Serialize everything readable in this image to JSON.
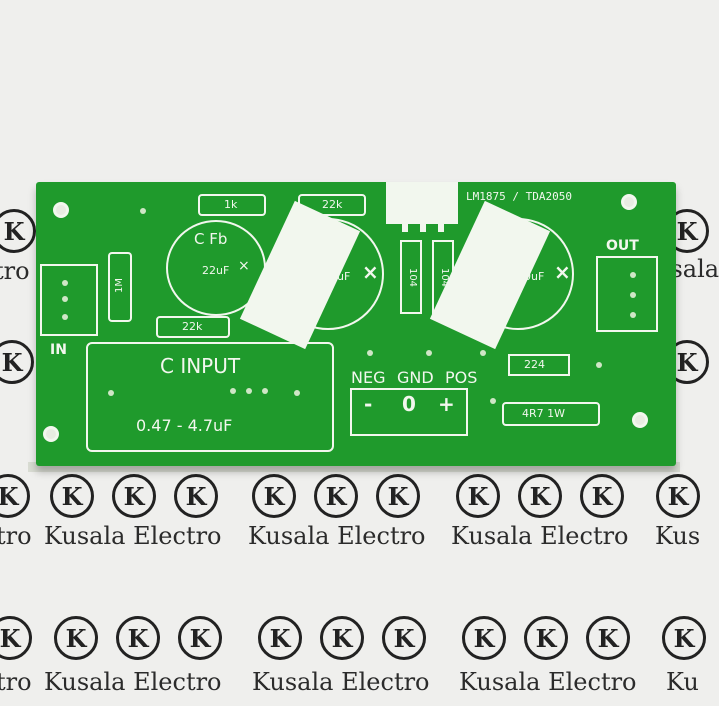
{
  "watermark": {
    "brand": "Kusala Electro",
    "logo_letter": "K",
    "fragments": [
      "tro",
      "usala",
      "tro",
      "Kus",
      "Ku"
    ]
  },
  "pcb": {
    "chip_label": "LM1875 / TDA2050",
    "resistors": [
      "1k",
      "22k",
      "1M",
      "22k",
      "224",
      "4R7 1W"
    ],
    "cap_small": {
      "title": "C Fb",
      "value": "22uF",
      "mark": "×"
    },
    "cap_big_left": {
      "value": "220uF",
      "mark": "×"
    },
    "cap_big_right": {
      "value": "220uF",
      "mark": "×"
    },
    "small_caps": [
      "104",
      "104"
    ],
    "in_label": "IN",
    "out_label": "OUT",
    "input_box": {
      "title": "C INPUT",
      "range": "0.47 - 4.7uF"
    },
    "power_labels": {
      "neg": "NEG",
      "gnd": "GND",
      "pos": "POS",
      "minus": "-",
      "zero": "0",
      "plus": "+"
    }
  },
  "colors": {
    "board": "#1f9a2c",
    "silkscreen": "#f2f7ee",
    "background": "#efefed"
  }
}
